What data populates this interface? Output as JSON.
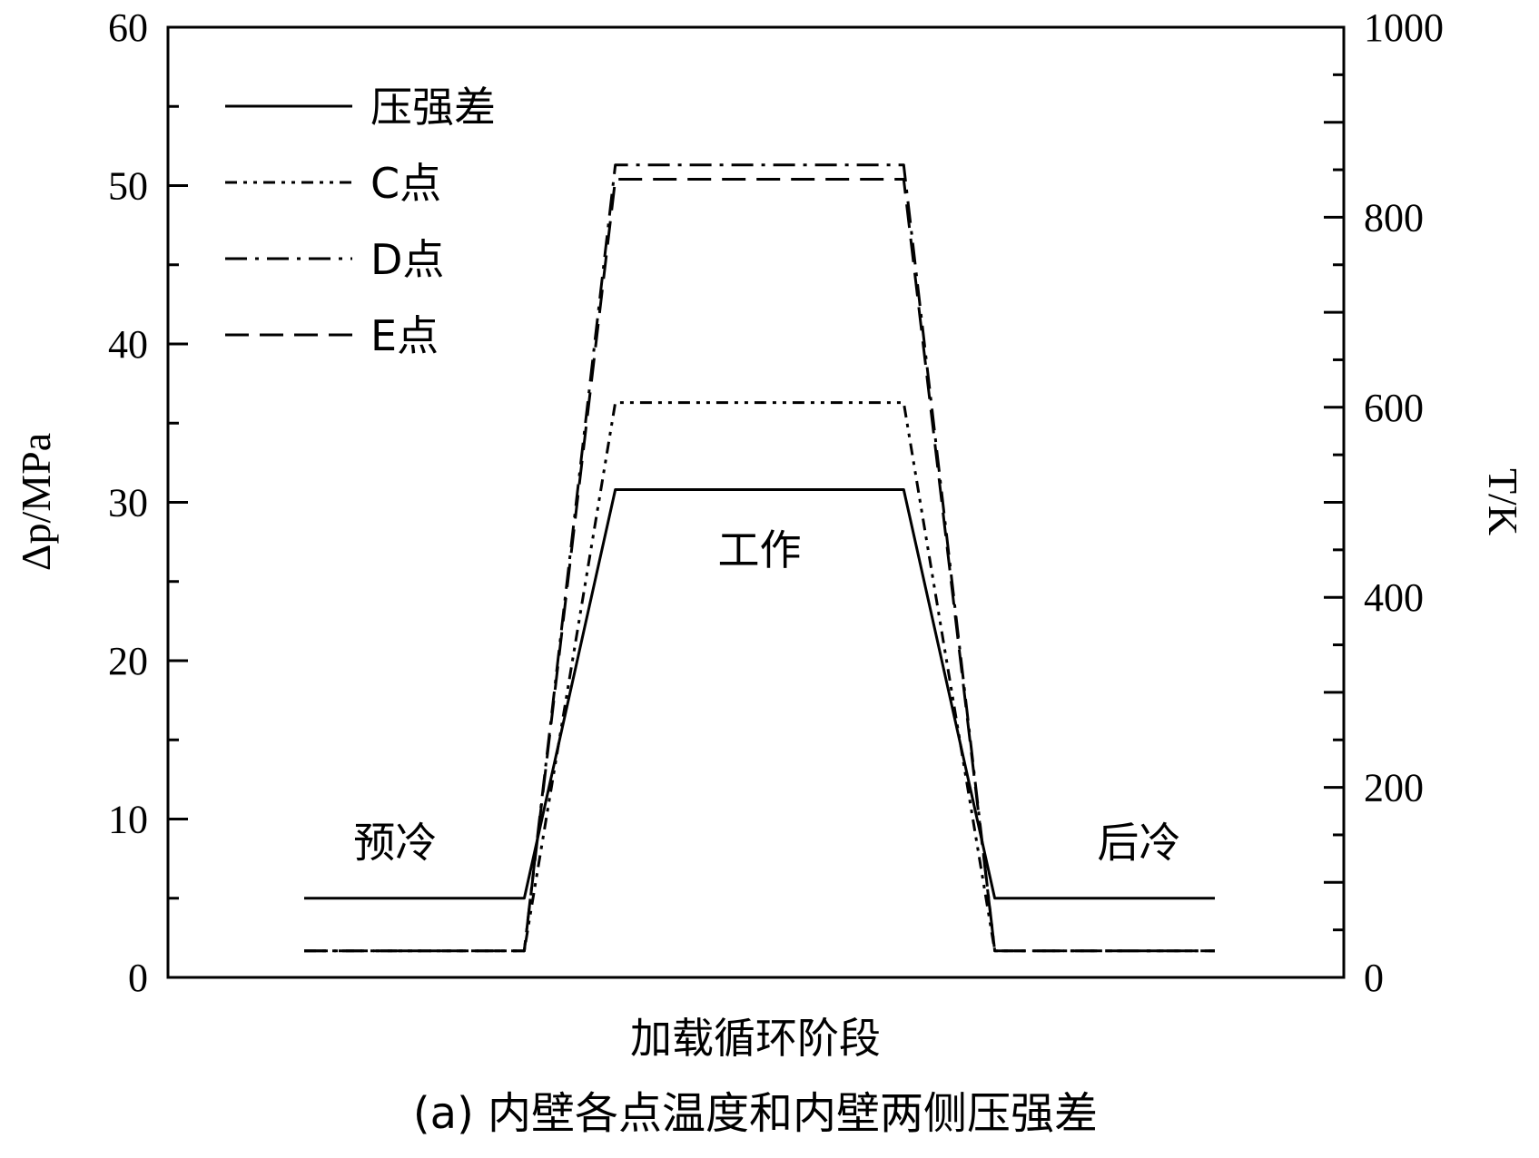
{
  "chart_data": {
    "type": "line",
    "caption": "(a) 内壁各点温度和内壁两侧压强差",
    "xlabel": "加载循环阶段",
    "ylabel_left": "Δp/MPa",
    "ylabel_right": "T/K",
    "ylim_left": [
      0,
      60
    ],
    "ylim_right": [
      0,
      1000
    ],
    "yticks_left": [
      "0",
      "10",
      "20",
      "30",
      "40",
      "50",
      "60"
    ],
    "yticks_right": [
      "0",
      "200",
      "400",
      "600",
      "800",
      "1000"
    ],
    "x": [
      0,
      1,
      2,
      3,
      4,
      5,
      6
    ],
    "phase_labels": [
      {
        "text": "预冷",
        "x": 0.6,
        "y": 8.5
      },
      {
        "text": "工作",
        "x": 3.0,
        "y": 27
      },
      {
        "text": "后冷",
        "x": 5.5,
        "y": 8.5
      }
    ],
    "series": [
      {
        "name": "压强差",
        "axis": "left",
        "style": "solid",
        "x": [
          0,
          1.45,
          2.05,
          3.95,
          4.55,
          6
        ],
        "y": [
          5,
          5,
          30.8,
          30.8,
          5,
          5
        ]
      },
      {
        "name": "C点",
        "axis": "right",
        "style": "dashdotdot",
        "x": [
          0,
          1.45,
          2.05,
          3.95,
          4.55,
          6
        ],
        "y": [
          28,
          28,
          605,
          605,
          28,
          28
        ]
      },
      {
        "name": "D点",
        "axis": "right",
        "style": "dashdot",
        "x": [
          0,
          1.45,
          2.05,
          3.95,
          4.55,
          6
        ],
        "y": [
          28,
          28,
          855,
          855,
          28,
          28
        ]
      },
      {
        "name": "E点",
        "axis": "right",
        "style": "dashed",
        "x": [
          0,
          1.45,
          2.05,
          3.95,
          4.55,
          6
        ],
        "y": [
          28,
          28,
          840,
          840,
          28,
          28
        ]
      }
    ],
    "legend_position": "top-left",
    "grid": false
  }
}
